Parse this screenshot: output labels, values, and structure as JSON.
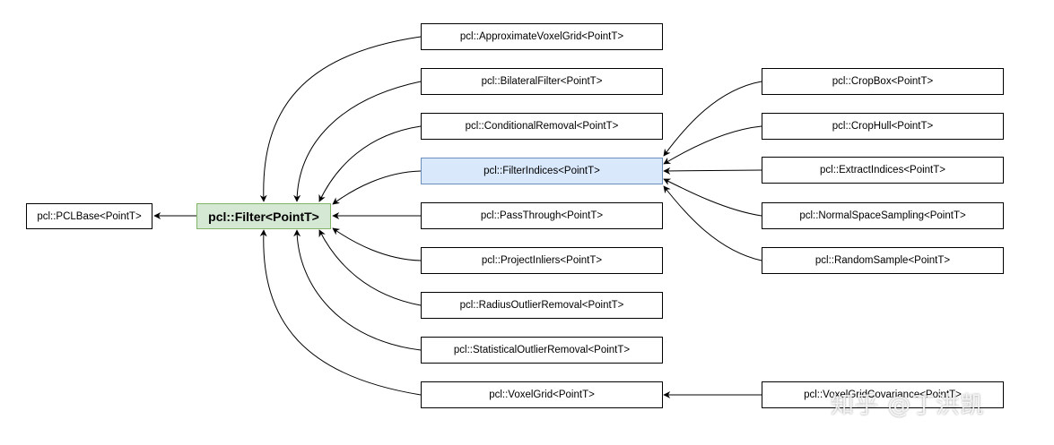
{
  "nodes": {
    "pclbase": "pcl::PCLBase<PointT>",
    "filter": "pcl::Filter<PointT>",
    "approx_voxel_grid": "pcl::ApproximateVoxelGrid<PointT>",
    "bilateral": "pcl::BilateralFilter<PointT>",
    "conditional_removal": "pcl::ConditionalRemoval<PointT>",
    "filter_indices": "pcl::FilterIndices<PointT>",
    "pass_through": "pcl::PassThrough<PointT>",
    "project_inliers": "pcl::ProjectInliers<PointT>",
    "radius_outlier": "pcl::RadiusOutlierRemoval<PointT>",
    "statistical_outlier": "pcl::StatisticalOutlierRemoval<PointT>",
    "voxel_grid": "pcl::VoxelGrid<PointT>",
    "crop_box": "pcl::CropBox<PointT>",
    "crop_hull": "pcl::CropHull<PointT>",
    "extract_indices": "pcl::ExtractIndices<PointT>",
    "normal_space_sampling": "pcl::NormalSpaceSampling<PointT>",
    "random_sample": "pcl::RandomSample<PointT>",
    "voxel_grid_covariance": "pcl::VoxelGridCovariance<PointT>"
  },
  "watermark": "知乎 @丁洪凯",
  "colors": {
    "center_fill": "#d5e8d4",
    "center_border": "#82b366",
    "highlight_fill": "#dae8fc",
    "highlight_border": "#6c8ebf"
  }
}
